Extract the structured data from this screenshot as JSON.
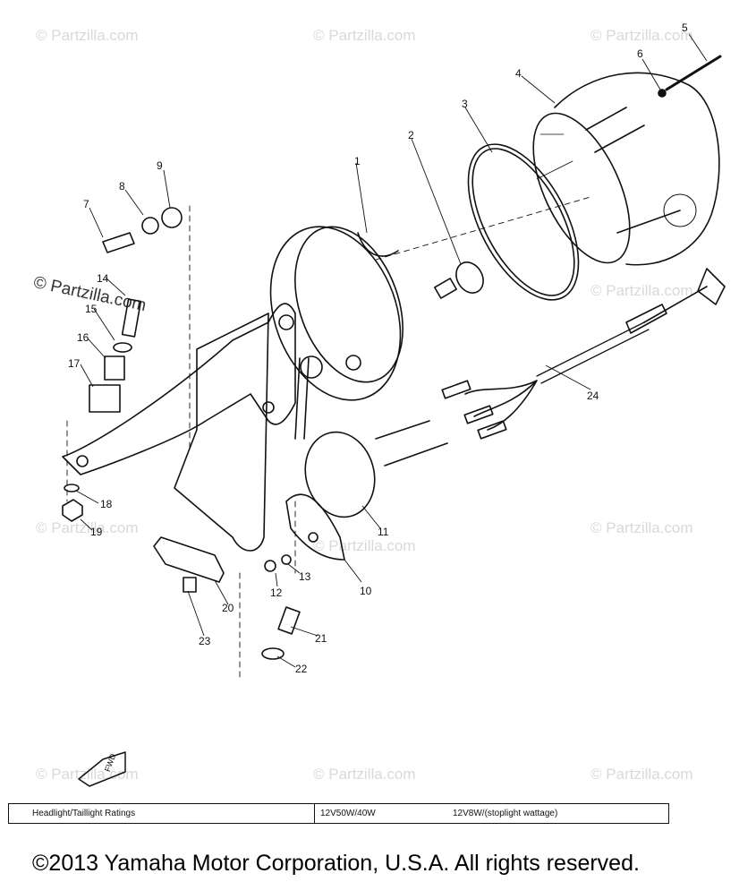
{
  "watermark": "© Partzilla.com",
  "callouts": [
    "1",
    "2",
    "3",
    "4",
    "5",
    "6",
    "7",
    "8",
    "9",
    "10",
    "11",
    "12",
    "13",
    "14",
    "15",
    "16",
    "17",
    "18",
    "19",
    "20",
    "21",
    "22",
    "23",
    "24"
  ],
  "fwd_label": "FWD",
  "ratings": {
    "label": "Headlight/Taillight Ratings",
    "value_1": "12V50W/40W",
    "value_2": "12V8W/(stoplight wattage)"
  },
  "copyright": "©2013  Yamaha Motor Corporation, U.S.A. All rights reserved."
}
